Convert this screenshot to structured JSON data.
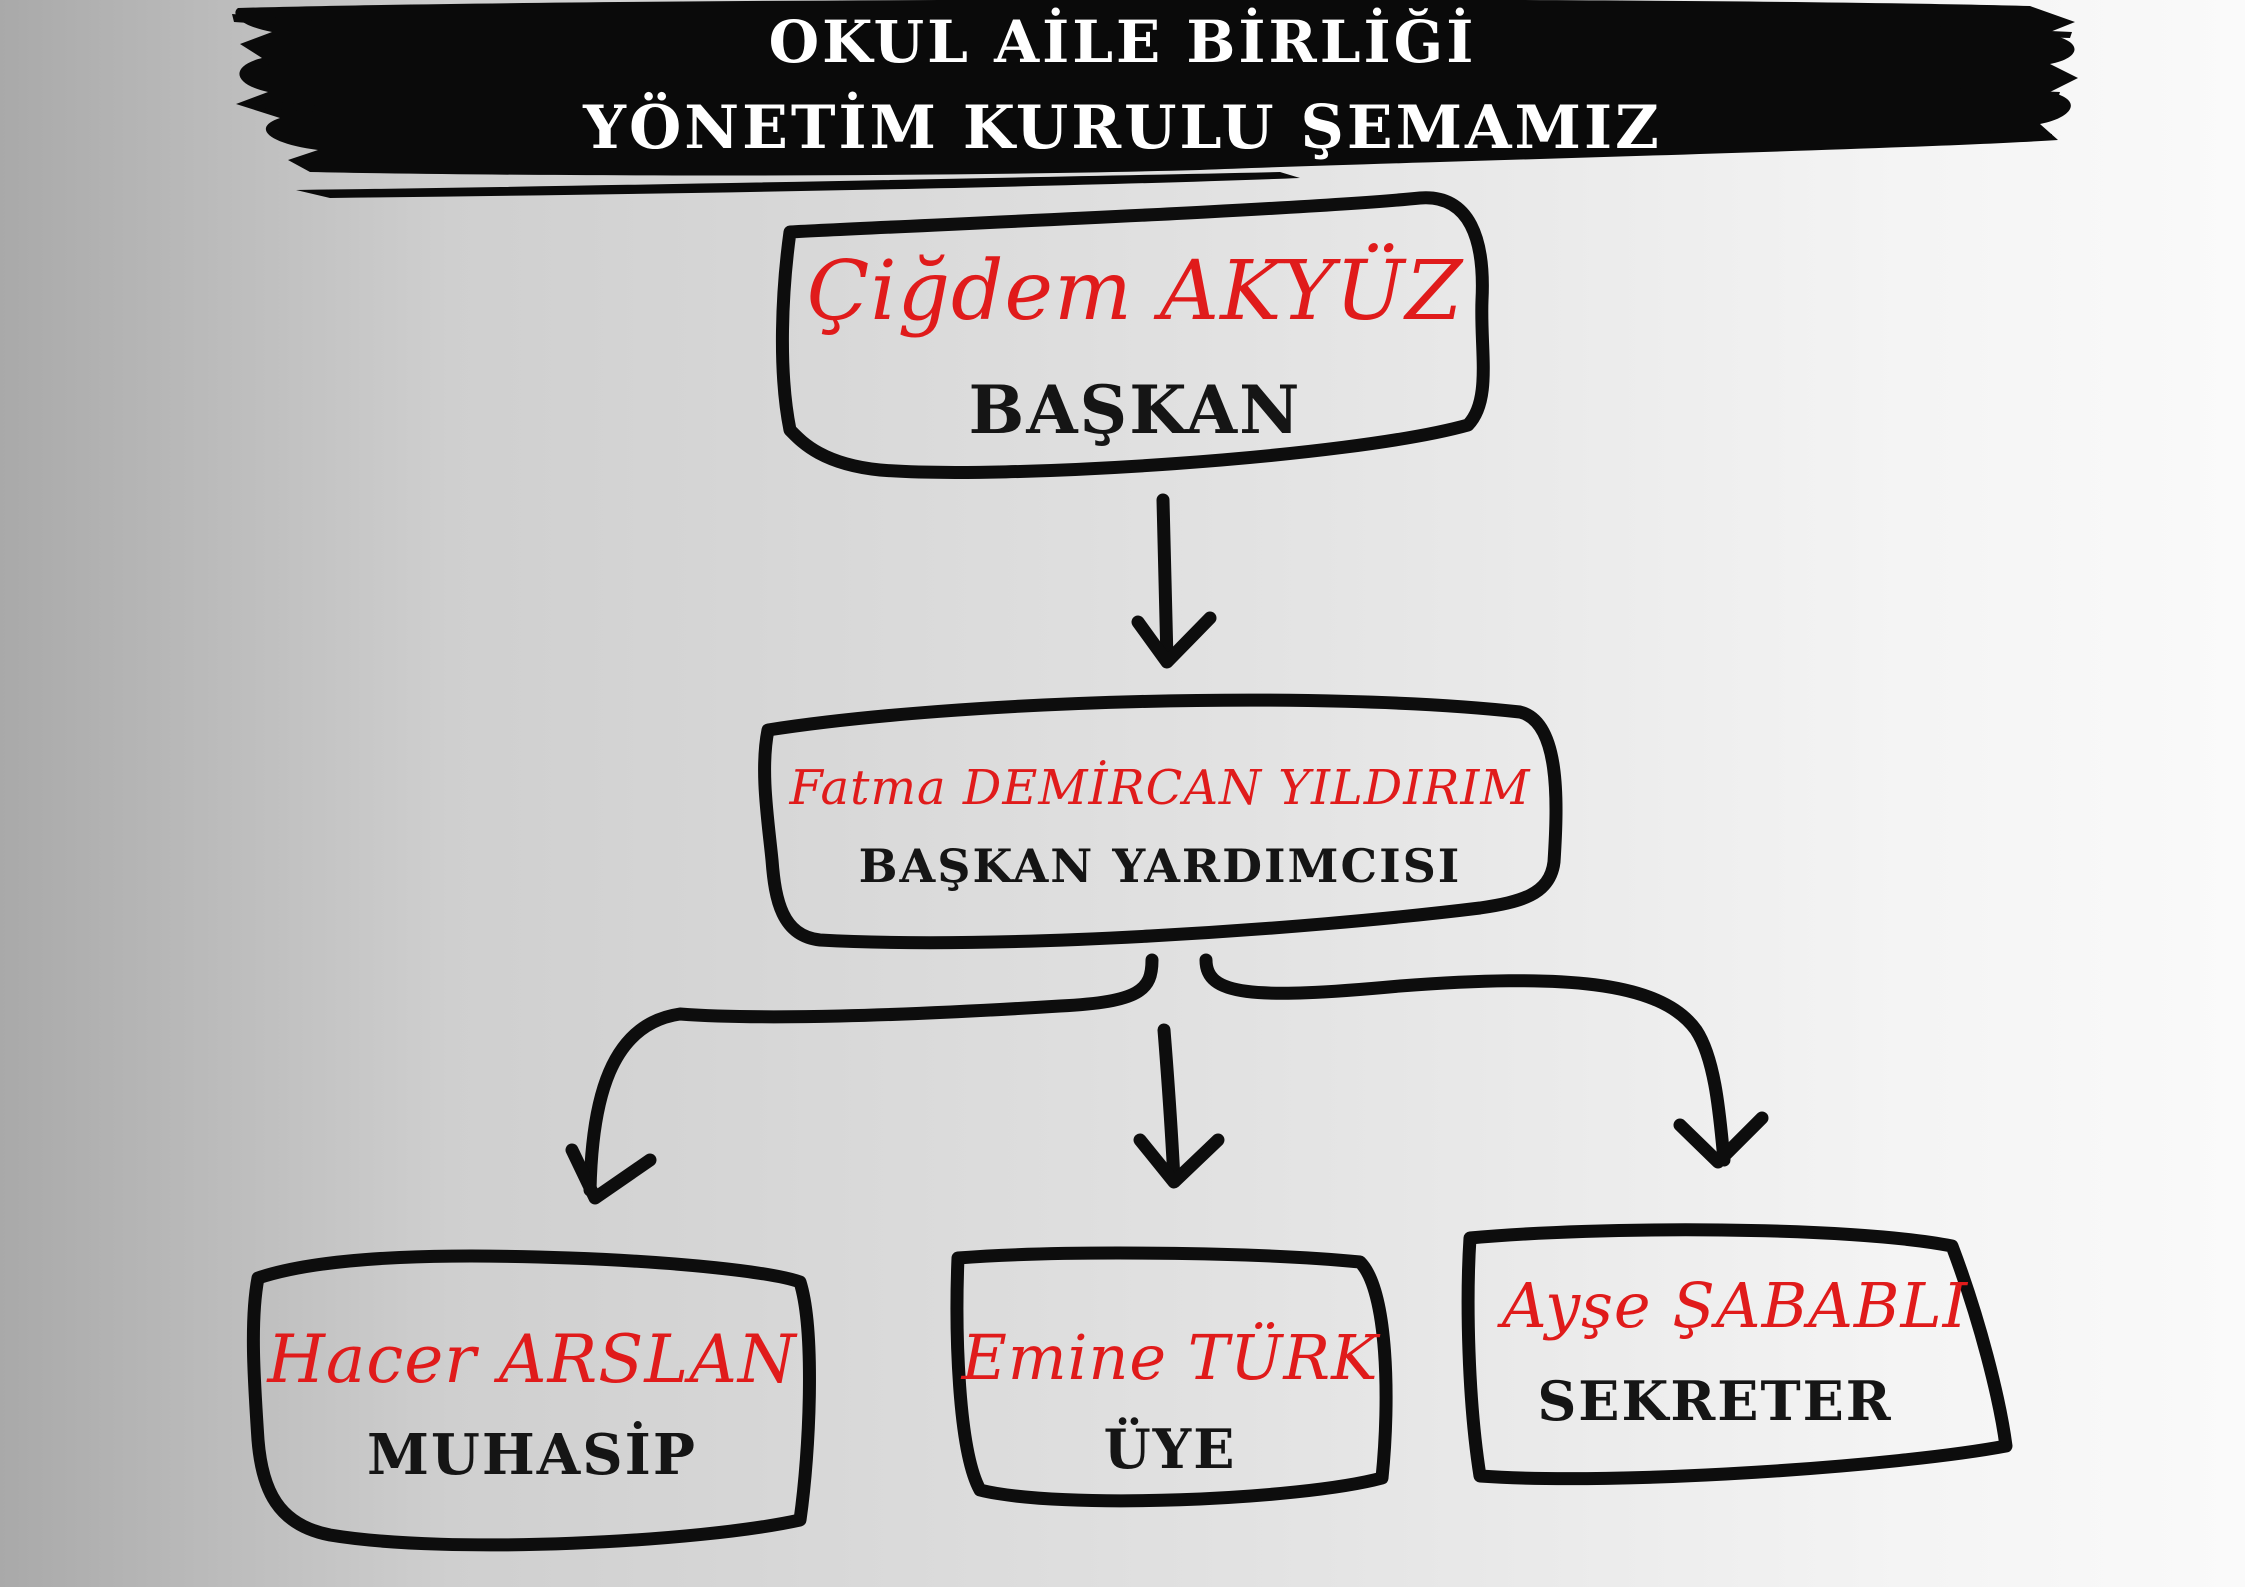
{
  "header": {
    "line_1": "OKUL AİLE BİRLİĞİ",
    "line_2": "YÖNETİM KURULU ŞEMAMIZ"
  },
  "nodes": {
    "president": {
      "name": "Çiğdem AKYÜZ",
      "role": "BAŞKAN"
    },
    "vice_president": {
      "name": "Fatma DEMİRCAN YILDIRIM",
      "role": "BAŞKAN YARDIMCISI"
    },
    "accountant": {
      "name": "Hacer ARSLAN",
      "role": "MUHASİP"
    },
    "member": {
      "name": "Emine TÜRK",
      "role": "ÜYE"
    },
    "secretary": {
      "name": "Ayşe ŞABABLI",
      "role": "SEKRETER"
    }
  },
  "colors": {
    "name_text": "#e01b1b",
    "role_text": "#151515",
    "banner": "#0a0a0a",
    "banner_text": "#ffffff",
    "outline": "#0d0d0d"
  }
}
